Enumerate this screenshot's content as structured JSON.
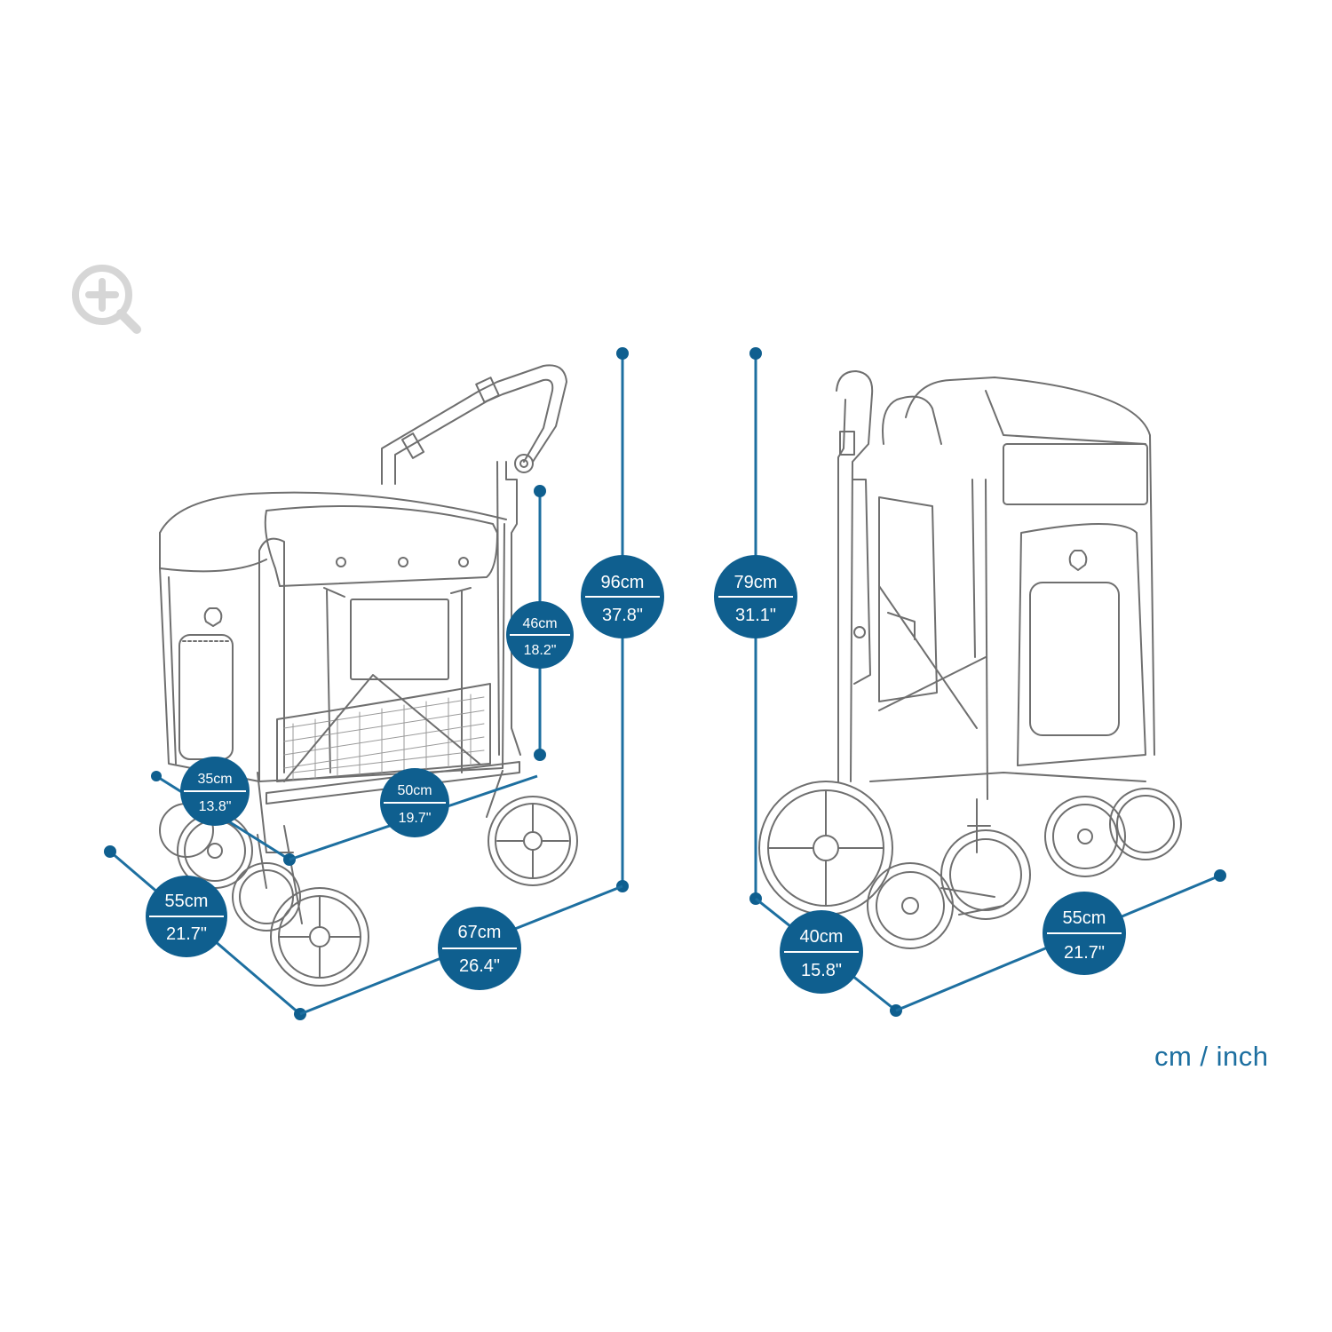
{
  "colors": {
    "accent": "#0f5f8f",
    "line": "#1d6fa0",
    "drawing": "#6f6f6f",
    "zoom_icon": "#d6d6d6"
  },
  "zoom": {
    "icon": "zoom-in-icon"
  },
  "units_label": "cm / inch",
  "left_view": {
    "handle_height": {
      "cm": "96cm",
      "inch": "37.8\""
    },
    "cabin_height": {
      "cm": "46cm",
      "inch": "18.2\""
    },
    "cabin_width": {
      "cm": "35cm",
      "inch": "13.8\""
    },
    "cabin_length": {
      "cm": "50cm",
      "inch": "19.7\""
    },
    "overall_width": {
      "cm": "55cm",
      "inch": "21.7\""
    },
    "overall_length": {
      "cm": "67cm",
      "inch": "26.4\""
    }
  },
  "right_view": {
    "folded_height": {
      "cm": "79cm",
      "inch": "31.1\""
    },
    "folded_length": {
      "cm": "40cm",
      "inch": "15.8\""
    },
    "folded_width": {
      "cm": "55cm",
      "inch": "21.7\""
    }
  }
}
